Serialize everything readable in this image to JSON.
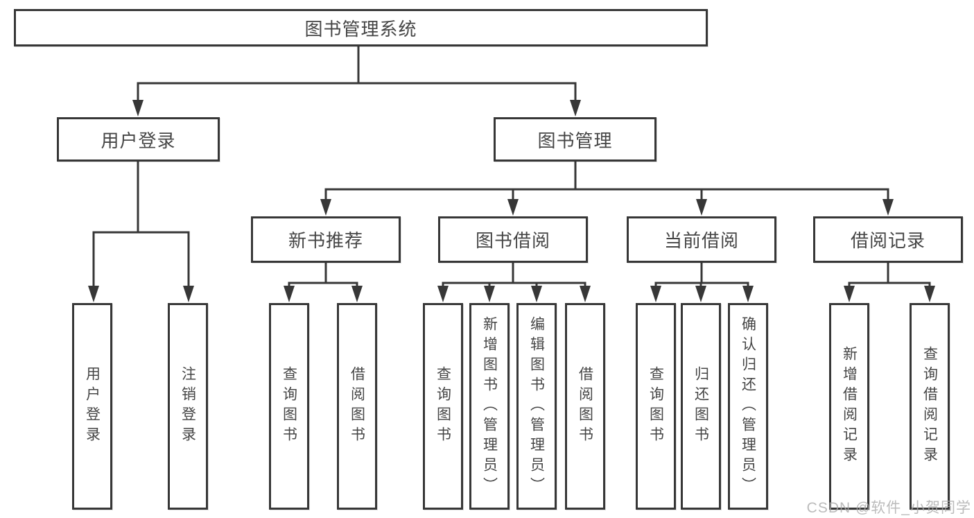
{
  "nodes": {
    "root": "图书管理系统",
    "level2": [
      "用户登录",
      "图书管理"
    ],
    "level3": [
      "新书推荐",
      "图书借阅",
      "当前借阅",
      "借阅记录"
    ],
    "leaves": [
      "用户登录",
      "注销登录",
      "查询图书",
      "借阅图书",
      "查询图书",
      "新增图书（管理员）",
      "编辑图书（管理员）",
      "借阅图书",
      "查询图书",
      "归还图书",
      "确认归还（管理员）",
      "新增借阅记录",
      "查询借阅记录"
    ]
  },
  "hierarchy": [
    {
      "parent": "图书管理系统",
      "children": [
        "用户登录",
        "图书管理"
      ]
    },
    {
      "parent": "用户登录",
      "children": [
        "用户登录",
        "注销登录"
      ]
    },
    {
      "parent": "图书管理",
      "children": [
        "新书推荐",
        "图书借阅",
        "当前借阅",
        "借阅记录"
      ]
    },
    {
      "parent": "新书推荐",
      "children": [
        "查询图书",
        "借阅图书"
      ]
    },
    {
      "parent": "图书借阅",
      "children": [
        "查询图书",
        "新增图书（管理员）",
        "编辑图书（管理员）",
        "借阅图书"
      ]
    },
    {
      "parent": "当前借阅",
      "children": [
        "查询图书",
        "归还图书",
        "确认归还（管理员）"
      ]
    },
    {
      "parent": "借阅记录",
      "children": [
        "新增借阅记录",
        "查询借阅记录"
      ]
    }
  ],
  "watermark": {
    "text": "CSDN @软件_小贺同学"
  },
  "colors": {
    "line": "#373737",
    "text": "#454545",
    "watermark": "#ababab",
    "background": "#ffffff"
  }
}
